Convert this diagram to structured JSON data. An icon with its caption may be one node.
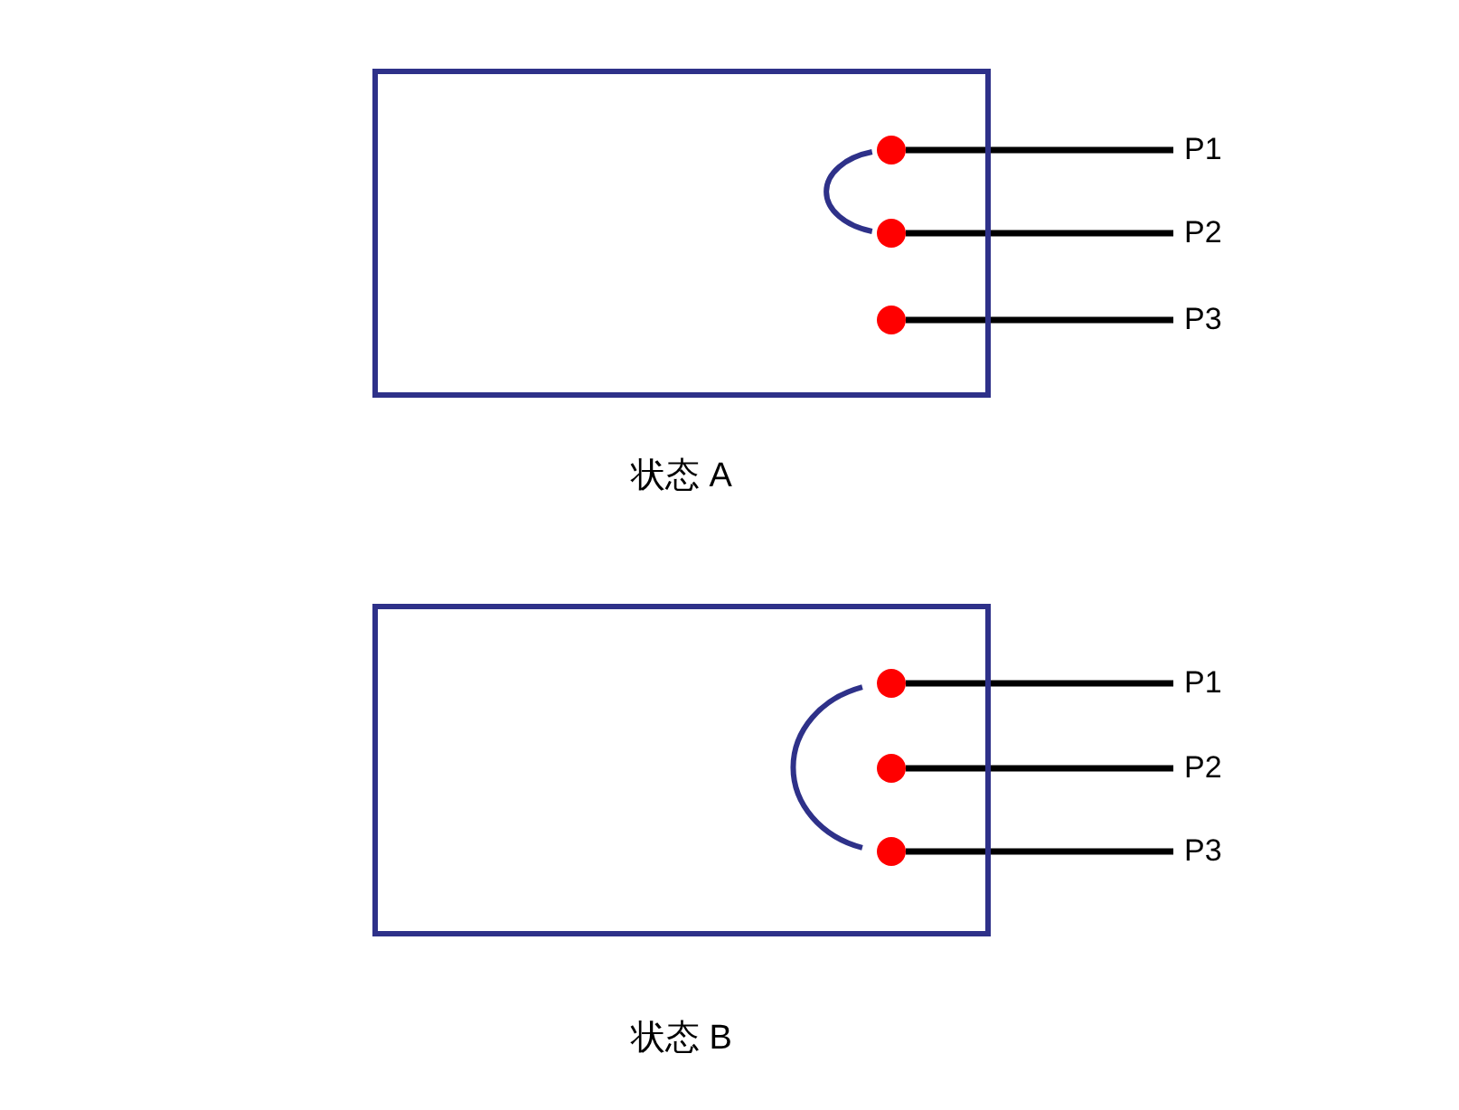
{
  "diagram": {
    "nodes": [
      {
        "text": [],
        "shape": "box",
        "beside": [
          "状态 A"
        ]
      },
      {
        "text": [],
        "shape": "circle",
        "in": 0
      },
      {
        "text": [],
        "shape": "circle",
        "in": 0
      },
      {
        "text": [],
        "shape": "circle",
        "in": 0
      },
      {
        "text": [
          "P1"
        ]
      },
      {
        "text": [
          "P2"
        ]
      },
      {
        "text": [
          "P3"
        ]
      },
      {
        "text": [],
        "shape": "box",
        "beside": [
          "状态 B"
        ]
      },
      {
        "text": [],
        "shape": "circle",
        "in": 7
      },
      {
        "text": [],
        "shape": "circle",
        "in": 7
      },
      {
        "text": [],
        "shape": "circle",
        "in": 7
      },
      {
        "text": [
          "P1"
        ]
      },
      {
        "text": [
          "P2"
        ]
      },
      {
        "text": [
          "P3"
        ]
      }
    ],
    "edges": [
      {
        "from": 1,
        "to": 4,
        "arrow": "none"
      },
      {
        "from": 2,
        "to": 5,
        "arrow": "none"
      },
      {
        "from": 3,
        "to": 6,
        "arrow": "none"
      },
      {
        "from": 1,
        "to": 2,
        "arrow": "none",
        "color": "#2e3189"
      },
      {
        "from": 8,
        "to": 11,
        "arrow": "none"
      },
      {
        "from": 9,
        "to": 12,
        "arrow": "none"
      },
      {
        "from": 10,
        "to": 13,
        "arrow": "none"
      },
      {
        "from": 8,
        "to": 10,
        "arrow": "none",
        "color": "#2e3189"
      }
    ]
  }
}
